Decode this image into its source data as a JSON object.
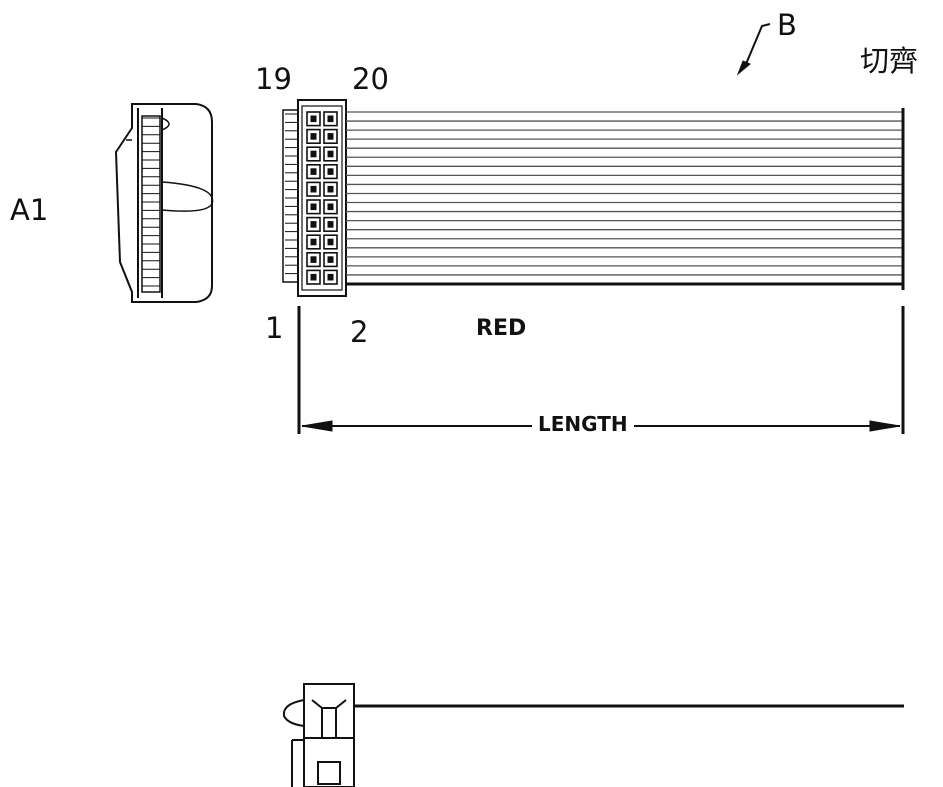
{
  "labels": {
    "connector_ref": "A1",
    "cable_ref": "B",
    "cut_note": "切齊",
    "pin_19": "19",
    "pin_20": "20",
    "pin_1": "1",
    "pin_2": "2",
    "red_wire": "RED",
    "length_dim": "LENGTH"
  },
  "connector": {
    "pin_rows": 10,
    "pin_columns": 2
  },
  "cable": {
    "wire_count": 20
  },
  "colors": {
    "ink": "#111111",
    "wire": "#555555",
    "paper": "#ffffff"
  }
}
